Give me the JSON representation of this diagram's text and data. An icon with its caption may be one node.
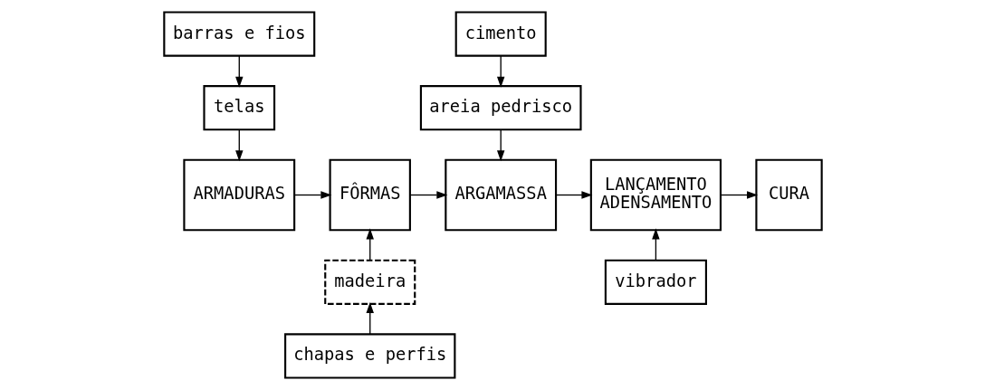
{
  "diagram": {
    "nodes": [
      {
        "text": [
          "barras e fios"
        ]
      },
      {
        "text": [
          "telas"
        ]
      },
      {
        "text": [
          "ARMADURAS"
        ]
      },
      {
        "text": [
          "FÔRMAS"
        ]
      },
      {
        "text": [
          "madeira"
        ]
      },
      {
        "text": [
          "chapas e perfis"
        ]
      },
      {
        "text": [
          "cimento"
        ]
      },
      {
        "text": [
          "areia pedrisco"
        ]
      },
      {
        "text": [
          "ARGAMASSA"
        ]
      },
      {
        "text": [
          "LANÇAMENTO",
          "ADENSAMENTO"
        ]
      },
      {
        "text": [
          "vibrador"
        ]
      },
      {
        "text": [
          "CURA"
        ]
      }
    ],
    "edges": [
      {
        "from": 0,
        "to": 1,
        "arrow": "to"
      },
      {
        "from": 1,
        "to": 2,
        "arrow": "to"
      },
      {
        "from": 2,
        "to": 3,
        "arrow": "to"
      },
      {
        "from": 5,
        "to": 4,
        "arrow": "to"
      },
      {
        "from": 4,
        "to": 3,
        "arrow": "to"
      },
      {
        "from": 6,
        "to": 7,
        "arrow": "to"
      },
      {
        "from": 7,
        "to": 8,
        "arrow": "to"
      },
      {
        "from": 3,
        "to": 8,
        "arrow": "to"
      },
      {
        "from": 8,
        "to": 9,
        "arrow": "to"
      },
      {
        "from": 10,
        "to": 9,
        "arrow": "to"
      },
      {
        "from": 9,
        "to": 11,
        "arrow": "to"
      }
    ]
  }
}
